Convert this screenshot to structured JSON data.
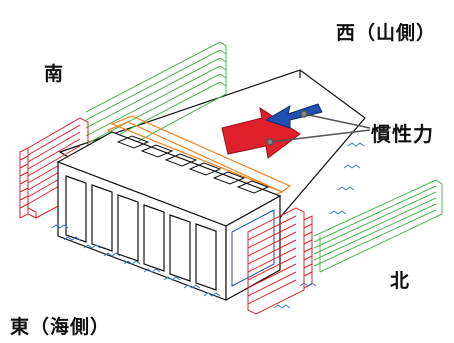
{
  "labels": {
    "west": "西（山側）",
    "south": "南",
    "inertia": "慣性力",
    "north": "北",
    "east": "東（海側）"
  },
  "colors": {
    "south_load": "#e0202a",
    "north_load": "#4cb84c",
    "outline": "#111111",
    "top_slab": "#f08020",
    "arrow_red": "#e0202a",
    "arrow_blue": "#1f4fb0",
    "spring": "#3a7bd5"
  },
  "icons": {
    "inertia_arrow_large": "red-arrow-icon",
    "inertia_arrow_small": "blue-arrow-icon",
    "ground_spring": "spring-icon"
  }
}
